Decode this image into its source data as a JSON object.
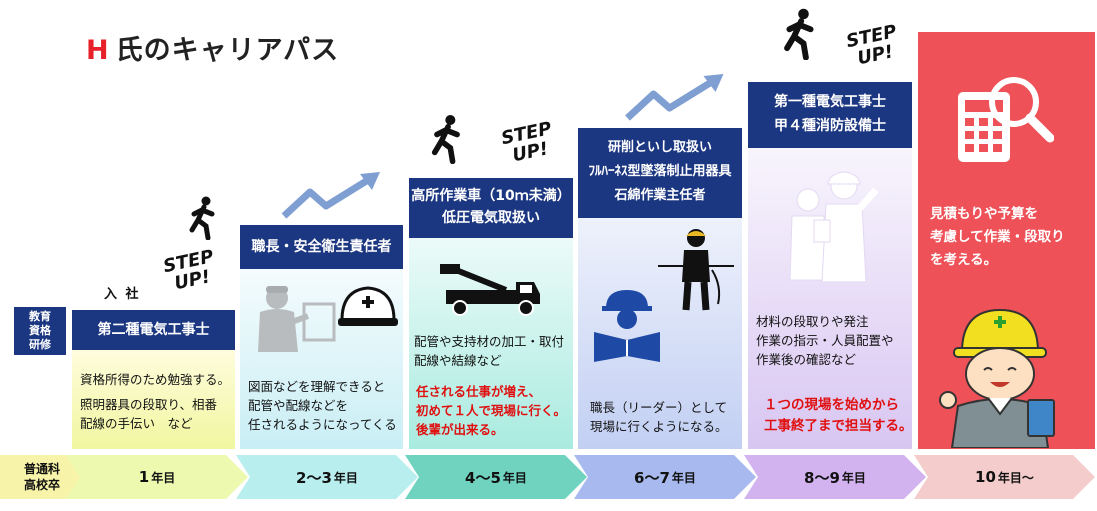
{
  "title": {
    "mark": "H",
    "text": "氏のキャリアパス"
  },
  "step_label": [
    "STEP",
    "UP!"
  ],
  "nyusha": "入 社",
  "side": {
    "kyoiku": [
      "教育",
      "資格",
      "研修"
    ],
    "school": [
      "普通科",
      "高校卒"
    ]
  },
  "stages": [
    {
      "qual": [
        "第二種電気工事士"
      ],
      "desc": [
        "資格所得のため勉強する。",
        "",
        "照明器具の段取り、相番",
        "配線の手伝い　など"
      ],
      "note": [],
      "year": "1",
      "unit": "年目"
    },
    {
      "qual": [
        "職長・安全衛生責任者"
      ],
      "desc": [
        "図面などを理解できると",
        "配管や配線などを",
        "任されるようになってくる"
      ],
      "note": [],
      "year": "2〜3",
      "unit": "年目"
    },
    {
      "qual": [
        "高所作業車（10ｍ未満）",
        "低圧電気取扱い"
      ],
      "desc": [
        "配管や支持材の加工・取付",
        "配線や結線など"
      ],
      "note": [
        "任される仕事が増え、",
        "初めて１人で現場に行く。",
        "後輩が出来る。"
      ],
      "year": "4〜5",
      "unit": "年目"
    },
    {
      "qual": [
        "研削といし取扱い",
        "ﾌﾙﾊｰﾈｽ型墜落制止用器具",
        "石綿作業主任者"
      ],
      "desc": [
        "職長（リーダー）として",
        "現場に行くようになる。"
      ],
      "note": [],
      "year": "6〜7",
      "unit": "年目"
    },
    {
      "qual": [
        "第一種電気工事士",
        "甲４種消防設備士"
      ],
      "desc": [
        "材料の段取りや発注",
        "作業の指示・人員配置や",
        "作業後の確認など"
      ],
      "note": [
        "１つの現場を始めから",
        "工事終了まで担当する。"
      ],
      "year": "8〜9",
      "unit": "年目"
    },
    {
      "qual": [],
      "desc": [
        "見積もりや予算を",
        "考慮して作業・段取り",
        "を考える。"
      ],
      "note": [],
      "year": "10",
      "unit": "年目〜"
    }
  ]
}
